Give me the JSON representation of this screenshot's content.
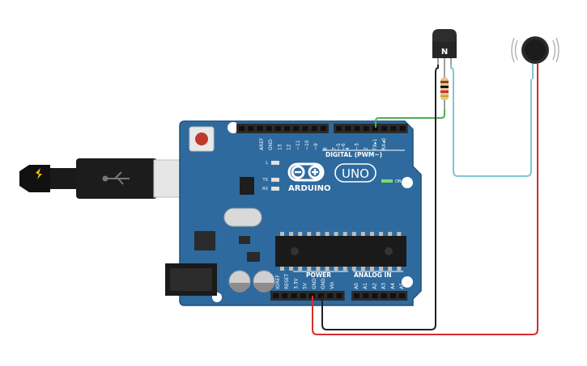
{
  "board": {
    "brand": "ARDUINO",
    "model": "UNO",
    "digital_header_label": "DIGITAL (PWM~)",
    "on_label": "ON",
    "led_l": "L",
    "led_tx": "TX",
    "led_rx": "RX",
    "power_label": "POWER",
    "analog_label": "ANALOG IN",
    "digital_pins": [
      "AREF",
      "GND",
      "13",
      "12",
      "~11",
      "~10",
      "~9",
      "8",
      "7",
      "~6",
      "~5",
      "4",
      "~3",
      "2",
      "TX▸1",
      "RX◂0"
    ],
    "power_pins": [
      "IOREF",
      "RESET",
      "3.3V",
      "5V",
      "GND",
      "GND",
      "Vin"
    ],
    "analog_pins": [
      "A0",
      "A1",
      "A2",
      "A3",
      "A4",
      "A5"
    ]
  },
  "transistor": {
    "label": "N"
  },
  "colors": {
    "board": "#2e6a9e",
    "board_edge": "#1f4f7b",
    "wire_green": "#4caf50",
    "wire_red": "#d32f2f",
    "wire_black": "#222222",
    "wire_blue": "#7fc6d6",
    "header": "#2b2b2b"
  }
}
